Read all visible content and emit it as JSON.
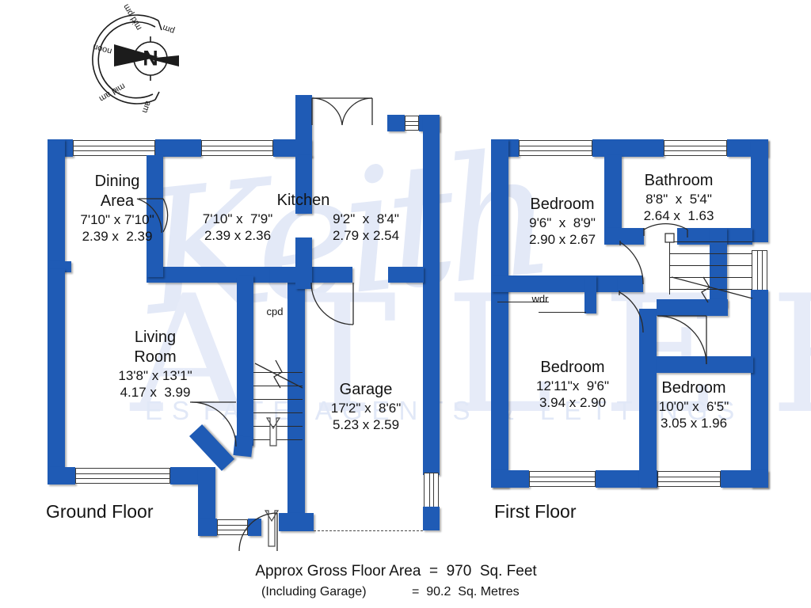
{
  "document": {
    "type": "floor-plan",
    "watermark": {
      "script_logo": "Keith",
      "big_letters": "ATLER",
      "tagline": "ESTATE AGENTS & LETTINGS"
    }
  },
  "compass": {
    "north_glyph": "N",
    "labels": [
      "am",
      "mid am",
      "noon",
      "mid pm",
      "pm"
    ]
  },
  "floors": [
    {
      "id": "ground",
      "label": "Ground Floor",
      "rooms": [
        {
          "name": "Dining\nArea",
          "imperial": "7'10\" x 7'10\"",
          "metric": "2.39 x 2.39"
        },
        {
          "name": "Kitchen",
          "imperial": "7'10\" x  7'9\"",
          "metric": "2.39 x 2.36"
        },
        {
          "name": "",
          "imperial": "9'2\"  x  8'4\"",
          "metric": "2.79 x 2.54"
        },
        {
          "name": "Living\nRoom",
          "imperial": "13'8\" x 13'1\"",
          "metric": "4.17 x  3.99"
        },
        {
          "name": "Garage",
          "imperial": "17'2\" x  8'6\"",
          "metric": "5.23 x 2.59"
        }
      ],
      "annotations": [
        "cpd"
      ]
    },
    {
      "id": "first",
      "label": "First Floor",
      "rooms": [
        {
          "name": "Bedroom",
          "imperial": "9'6\"  x  8'9\"",
          "metric": "2.90 x 2.67"
        },
        {
          "name": "Bathroom",
          "imperial": "8'8\"  x  5'4\"",
          "metric": "2.64 x  1.63"
        },
        {
          "name": "Bedroom",
          "imperial": "12'11\"x  9'6\"",
          "metric": "3.94 x 2.90"
        },
        {
          "name": "Bedroom",
          "imperial": "10'0\" x  6'5\"",
          "metric": "3.05 x 1.96"
        }
      ],
      "annotations": [
        "wdr"
      ]
    }
  ],
  "room_labels": {
    "dining_name_1": "Dining",
    "dining_name_2": "Area",
    "dining_imp": "7'10\" x 7'10\"",
    "dining_met": "2.39 x  2.39",
    "kitchen_name": "Kitchen",
    "kitchen_imp": "7'10\" x  7'9\"",
    "kitchen_met": "2.39 x 2.36",
    "kitchen2_imp": "9'2\"  x  8'4\"",
    "kitchen2_met": "2.79 x 2.54",
    "living_name_1": "Living",
    "living_name_2": "Room",
    "living_imp": "13'8\" x 13'1\"",
    "living_met": "4.17 x  3.99",
    "garage_name": "Garage",
    "garage_imp": "17'2\" x  8'6\"",
    "garage_met": "5.23 x 2.59",
    "cpd": "cpd",
    "bed1_name": "Bedroom",
    "bed1_imp": "9'6\"  x  8'9\"",
    "bed1_met": "2.90 x 2.67",
    "bath_name": "Bathroom",
    "bath_imp": "8'8\"  x  5'4\"",
    "bath_met": "2.64 x  1.63",
    "bed2_name": "Bedroom",
    "bed2_imp": "12'11\"x  9'6\"",
    "bed2_met": "3.94 x 2.90",
    "bed3_name": "Bedroom",
    "bed3_imp": "10'0\" x  6'5\"",
    "bed3_met": "3.05 x 1.96",
    "wdr": "wdr",
    "ground_floor": "Ground Floor",
    "first_floor": "First Floor"
  },
  "footer": {
    "line1": "Approx Gross Floor Area  =  970  Sq. Feet",
    "line2_left": "(Including Garage)",
    "line2_right": "=  90.2  Sq. Metres",
    "area_sq_feet": 970,
    "area_sq_metres": 90.2,
    "includes_garage": true
  },
  "colors": {
    "wall": "#1f5bb5",
    "text": "#141414",
    "watermark": "#e3e9f7",
    "background": "#ffffff"
  }
}
